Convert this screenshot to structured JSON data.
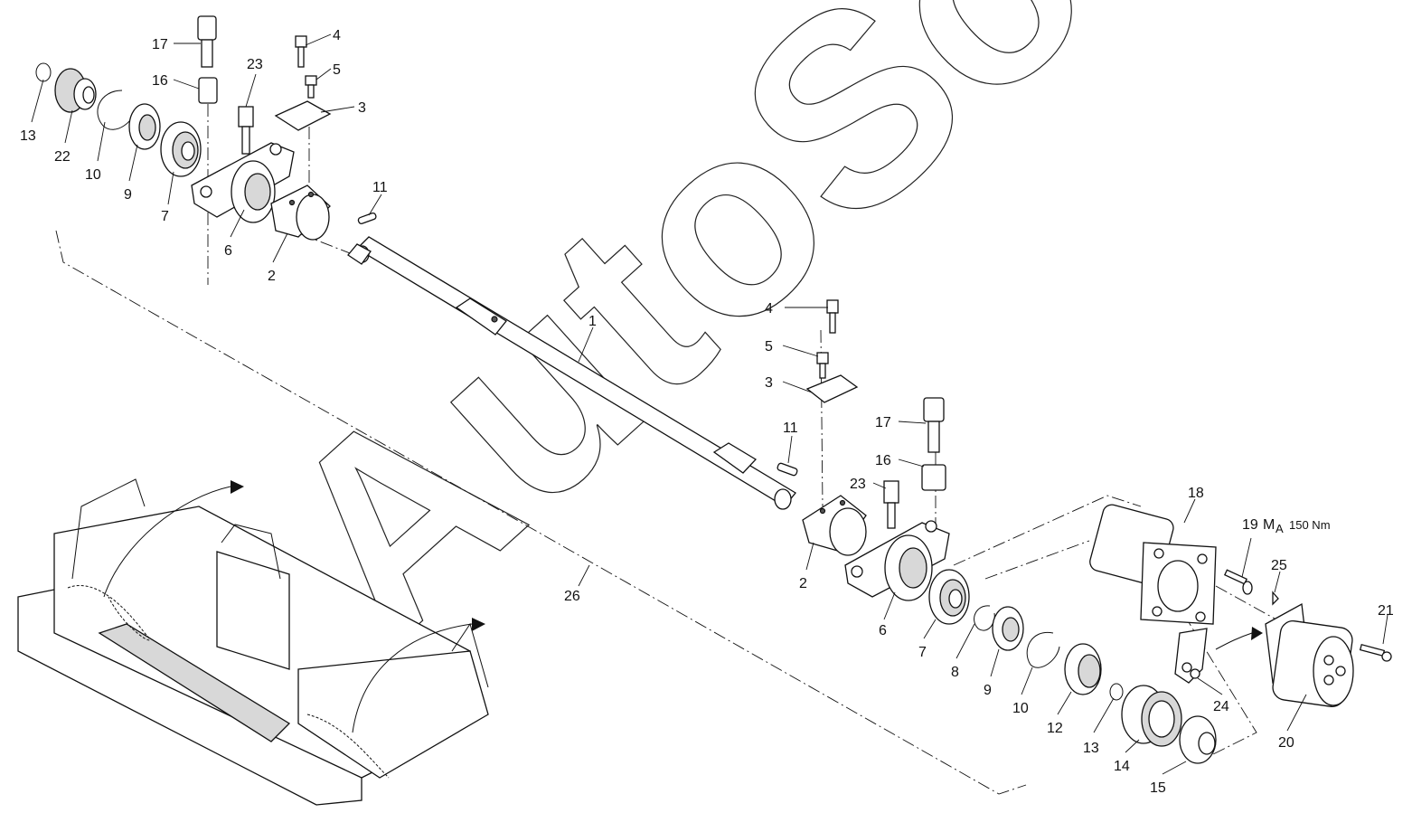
{
  "diagram": {
    "watermark": "AutoSoft",
    "torque_spec": {
      "prefix": "M",
      "subscript": "A",
      "value": "150 Nm"
    },
    "callouts": [
      {
        "id": "c-13a",
        "text": "13"
      },
      {
        "id": "c-22",
        "text": "22"
      },
      {
        "id": "c-10a",
        "text": "10"
      },
      {
        "id": "c-9a",
        "text": "9"
      },
      {
        "id": "c-7a",
        "text": "7"
      },
      {
        "id": "c-6a",
        "text": "6"
      },
      {
        "id": "c-2a",
        "text": "2"
      },
      {
        "id": "c-17a",
        "text": "17"
      },
      {
        "id": "c-16a",
        "text": "16"
      },
      {
        "id": "c-23a",
        "text": "23"
      },
      {
        "id": "c-4a",
        "text": "4"
      },
      {
        "id": "c-5a",
        "text": "5"
      },
      {
        "id": "c-3a",
        "text": "3"
      },
      {
        "id": "c-11a",
        "text": "11"
      },
      {
        "id": "c-1",
        "text": "1"
      },
      {
        "id": "c-4b",
        "text": "4"
      },
      {
        "id": "c-5b",
        "text": "5"
      },
      {
        "id": "c-3b",
        "text": "3"
      },
      {
        "id": "c-11b",
        "text": "11"
      },
      {
        "id": "c-17b",
        "text": "17"
      },
      {
        "id": "c-16b",
        "text": "16"
      },
      {
        "id": "c-23b",
        "text": "23"
      },
      {
        "id": "c-2b",
        "text": "2"
      },
      {
        "id": "c-26",
        "text": "26"
      },
      {
        "id": "c-6b",
        "text": "6"
      },
      {
        "id": "c-7b",
        "text": "7"
      },
      {
        "id": "c-8",
        "text": "8"
      },
      {
        "id": "c-9b",
        "text": "9"
      },
      {
        "id": "c-10b",
        "text": "10"
      },
      {
        "id": "c-12",
        "text": "12"
      },
      {
        "id": "c-13b",
        "text": "13"
      },
      {
        "id": "c-14",
        "text": "14"
      },
      {
        "id": "c-15",
        "text": "15"
      },
      {
        "id": "c-18",
        "text": "18"
      },
      {
        "id": "c-19",
        "text": "19"
      },
      {
        "id": "c-20",
        "text": "20"
      },
      {
        "id": "c-21",
        "text": "21"
      },
      {
        "id": "c-24",
        "text": "24"
      },
      {
        "id": "c-25",
        "text": "25"
      }
    ]
  }
}
